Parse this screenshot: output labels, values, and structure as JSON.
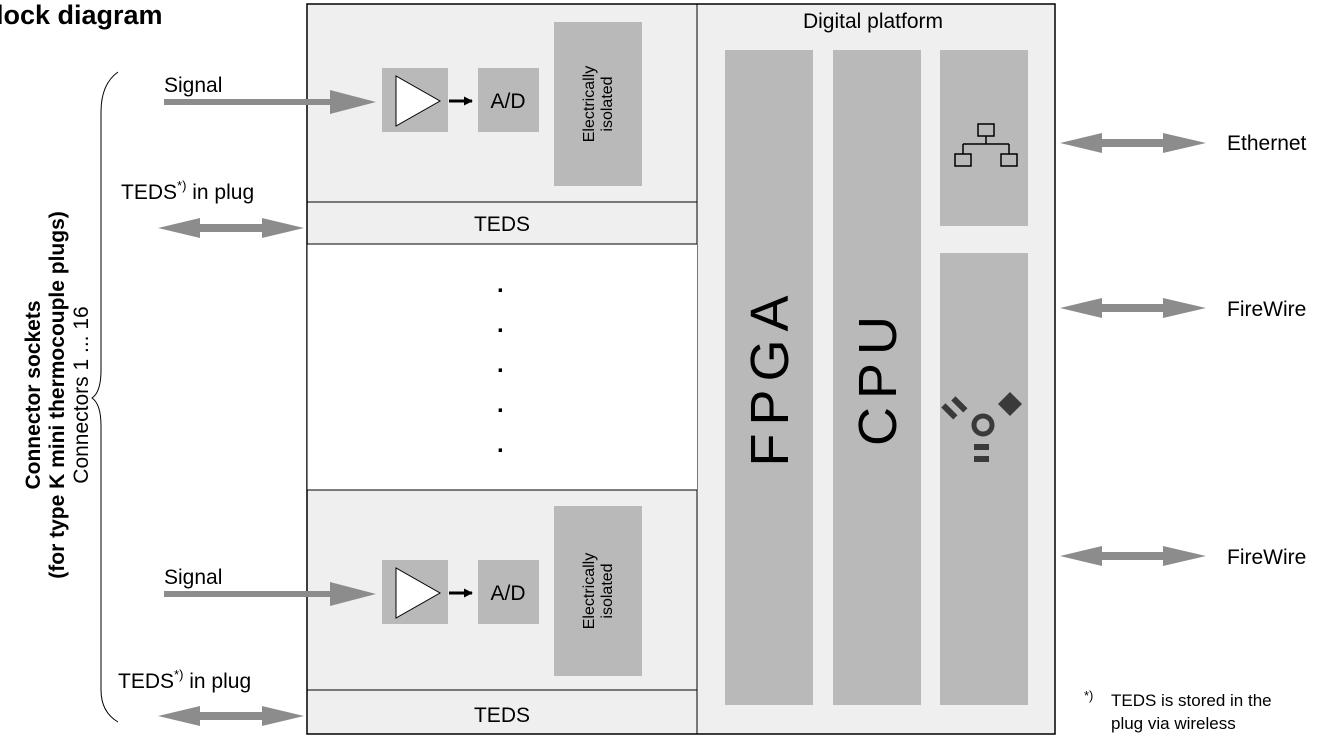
{
  "title": "lock diagram",
  "left_brace_label": {
    "line1": "Connector sockets",
    "line2": "(for type K mini thermocouple plugs)",
    "line3": "Connectors 1 ... 16"
  },
  "channel_top": {
    "signal_label": "Signal",
    "teds_in_plug": "TEDS",
    "teds_in_plug_mark": "*)",
    "teds_in_plug_suffix": " in plug",
    "amp_label": "A/D",
    "isolated_line1": "Electrically",
    "isolated_line2": "isolated",
    "teds_label": "TEDS"
  },
  "channel_bottom": {
    "signal_label": "Signal",
    "teds_in_plug": "TEDS",
    "teds_in_plug_mark": "*)",
    "teds_in_plug_suffix": " in plug",
    "amp_label": "A/D",
    "isolated_line1": "Electrically",
    "isolated_line2": "isolated",
    "teds_label": "TEDS"
  },
  "dots": ".",
  "platform": {
    "title": "Digital platform",
    "fpga": "FPGA",
    "cpu": "CPU",
    "network_icon": "network-topology-icon",
    "firewire_icon": "firewire-icon"
  },
  "right_ports": [
    "Ethernet",
    "FireWire",
    "FireWire"
  ],
  "footnote": {
    "mark": "*)",
    "line1": "TEDS is stored in the",
    "line2": "plug via wireless"
  },
  "colors": {
    "panel": "#efefef",
    "block": "#b9b9b9",
    "arrow": "#8c8c8c",
    "line": "#000000",
    "icon": "#3a3a3a"
  }
}
